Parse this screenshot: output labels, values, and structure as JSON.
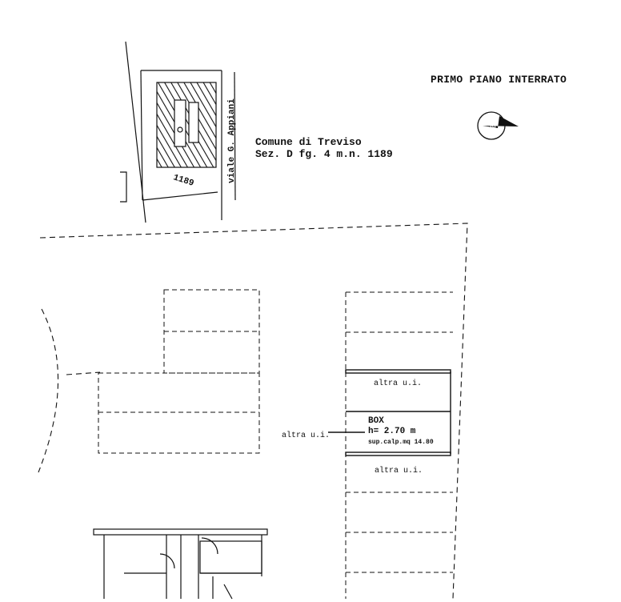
{
  "drawing": {
    "title": "PRIMO PIANO INTERRATO",
    "comune_line1": "Comune di Treviso",
    "comune_line2": "Sez. D fg. 4 m.n. 1189",
    "street_label": "viale G. Appiani",
    "parcel_number": "1189",
    "north_icon": "north-arrow-icon"
  },
  "units": {
    "altra_top": "altra u.i.",
    "altra_left": "altra u.i.",
    "altra_bottom": "altra u.i.",
    "box_name": "BOX",
    "box_height": "h= 2.70 m",
    "box_surface": "sup.calp.mq 14.80"
  },
  "colors": {
    "ink": "#111111",
    "paper": "#ffffff"
  }
}
